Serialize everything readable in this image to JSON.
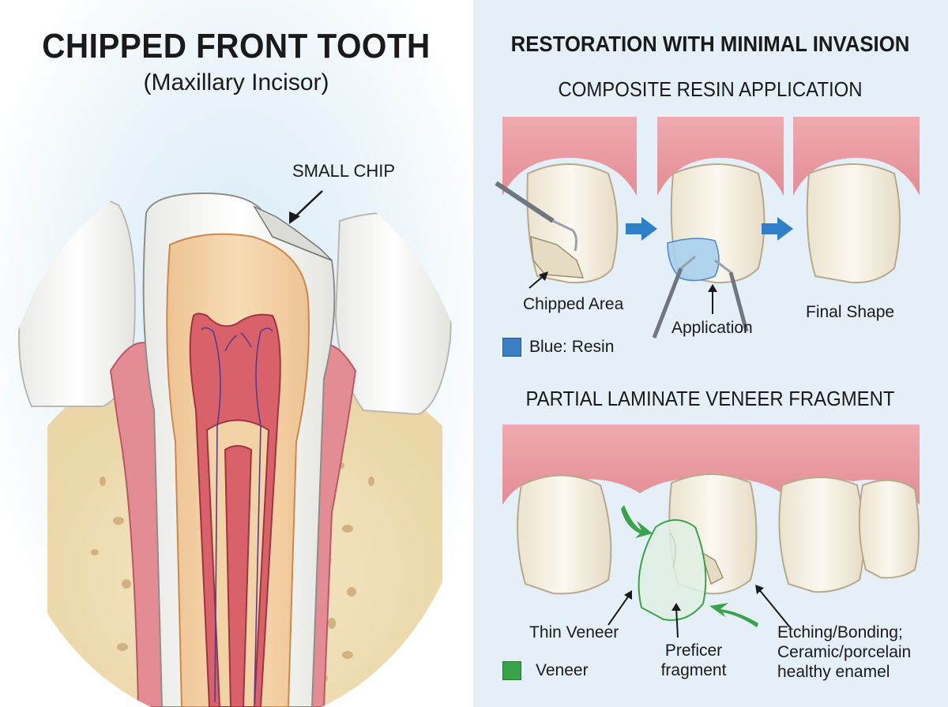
{
  "left": {
    "title": "CHIPPED FRONT TOOTH",
    "subtitle": "(Maxillary Incisor)",
    "chip_label": "SMALL CHIP"
  },
  "right": {
    "title": "RESTORATION WITH MINIMAL INVASION",
    "composite": {
      "heading": "COMPOSITE RESIN APPLICATION",
      "labels": [
        "Chipped Area",
        "Application",
        "Final Shape"
      ],
      "legend": {
        "label": "Blue: Resin",
        "color": "#3a7fc4"
      }
    },
    "veneer": {
      "heading": "PARTIAL LAMINATE VENEER FRAGMENT",
      "thin_veneer": "Thin Veneer",
      "fragment_line1": "Preficer",
      "fragment_line2": "fragment",
      "bonding_line1": "Etching/Bonding;",
      "bonding_line2": "Ceramic/porcelain",
      "bonding_line3": "healthy enamel",
      "legend": {
        "label": "Veneer",
        "color": "#3aa34a"
      }
    }
  },
  "colors": {
    "gum": "#e8939a",
    "enamel": "#f6f3ea",
    "dentin": "#f2d3a6",
    "pulp": "#d9616a",
    "bone": "#f1e3c0",
    "resin": "#a9d1ef",
    "arrow_blue": "#2e7fc8",
    "arrow_green": "#3aa34a"
  },
  "icons": [
    "dental-probe-icon",
    "applicator-instrument-icon",
    "blue-arrow-icon",
    "green-arrow-icon"
  ]
}
